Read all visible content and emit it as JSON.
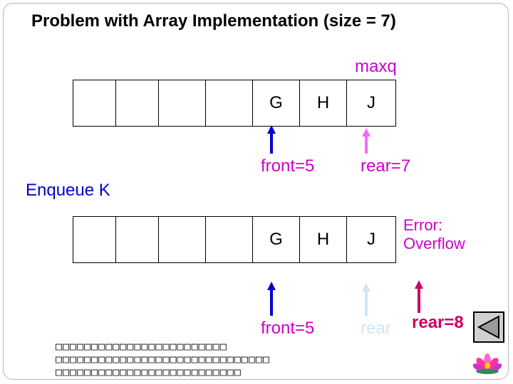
{
  "title": "Problem with Array Implementation (size = 7)",
  "maxq_label": "maxq",
  "enqueue_label": "Enqueue  K",
  "error_label": {
    "line1": "Error:",
    "line2": "Overflow"
  },
  "array_top": {
    "cells": [
      "",
      "",
      "",
      "",
      "G",
      "H",
      "J"
    ]
  },
  "array_bottom": {
    "cells": [
      "",
      "",
      "",
      "",
      "G",
      "H",
      "J"
    ]
  },
  "pointers_top": {
    "front": "front=5",
    "rear": "rear=7"
  },
  "pointers_bottom": {
    "front": "front=5",
    "rear_old": "rear",
    "rear_new": "rear=8"
  },
  "footnote_lines": [
    "□□□□□□□□□□□□□□□□□□□□□□□□",
    "□□□□□□□□□□□□□□□□□□□□□□□□□□□□□□",
    "□□□□□□□□□□□□□□□□□□□□□□□□□□"
  ],
  "colors": {
    "title": "#000000",
    "maxq": "#cc00cc",
    "enqueue": "#0000cc",
    "front_label": "#cc00cc",
    "front_arrow": "#0000cc",
    "rear_top_label": "#cc00cc",
    "rear_top_arrow": "#ff66ff",
    "rear_old": "#cce6f5",
    "rear_new_arrow": "#cc0066",
    "error": "#cc00cc"
  },
  "icons": {
    "back": "back-triangle-icon",
    "logo": "lotus-flower-icon"
  }
}
